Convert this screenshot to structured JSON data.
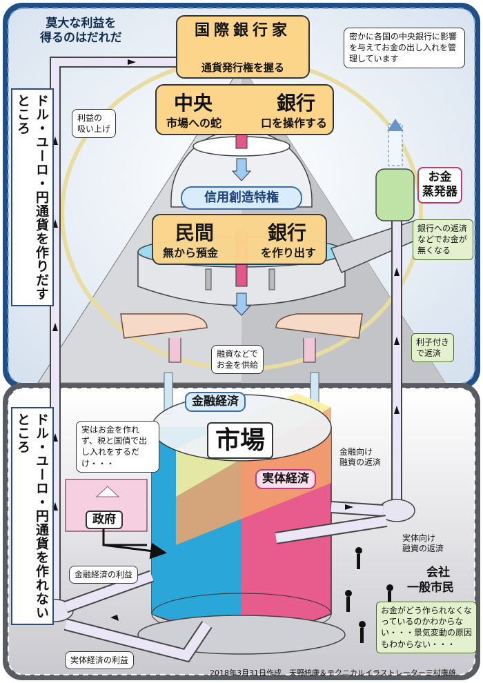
{
  "top_question": "莫大な利益を\n得るのはだれだ",
  "banker_title": "国際銀行家",
  "banker_sub": "通貨発行権を握る",
  "banker_note": "密かに各国の中央銀行に影響を与えてお金の出し入れを管理しています",
  "central_bank_left": "中央",
  "central_bank_right": "銀行",
  "central_bank_sub_left": "市場への蛇",
  "central_bank_sub_right": "口を操作する",
  "credit_creation": "信用創造特権",
  "private_bank_left": "民間",
  "private_bank_right": "銀行",
  "private_bank_sub_left": "無から預金",
  "private_bank_sub_right": "を作り出す",
  "profit_suction": "利益の\n吸い上げ",
  "evaporator": "お金\n蒸発器",
  "evaporator_note": "銀行への返済などでお金が無くなる",
  "interest_return": "利子付き\nで返済",
  "supply_note": "融資などで\nお金を供給",
  "left_upper_vertical": "ドル・ユーロ・円通貨を作りだすところ",
  "left_lower_vertical": "ドル・ユーロ・円通貨を作れないところ",
  "financial_economy": "金融経済",
  "market": "市場",
  "real_economy": "実体経済",
  "gov_note": "実はお金を作れず、税と国債で出し入れをするだけ・・・",
  "government": "政府",
  "fin_loan_return": "金融向け\n融資の返済",
  "real_loan_return": "実体向け\n融資の返済",
  "fin_profit": "金融経済の利益",
  "real_profit": "実体経済の利益",
  "company": "会社",
  "citizens": "一般市民",
  "citizen_note": "お金がどう作られなくなっているのかわからない・・・景気変動の原因もわからない・・・",
  "credit": "2018年3月31日作成　天野統康＆テクニカルイラストレーター三村康雄",
  "colors": {
    "frame_blue": "#1f4f86",
    "upper_bg": "#e8eef6",
    "orange": "#fcd58a",
    "pink": "#ea5f8f",
    "blue_liquid": "#2aa6d8",
    "pipe": "#c9c6dd"
  }
}
